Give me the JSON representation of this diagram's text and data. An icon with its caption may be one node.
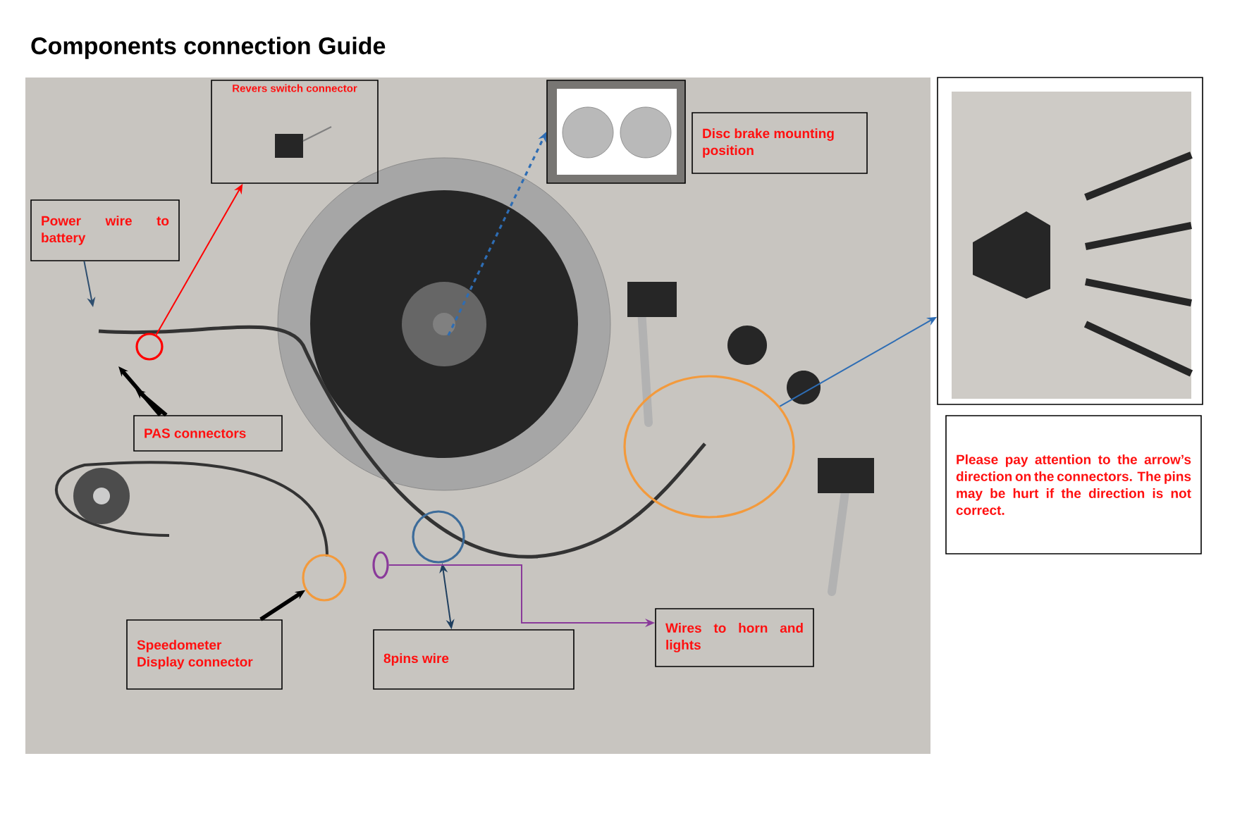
{
  "diagram": {
    "title": "Components connection Guide",
    "nodes": [
      {
        "text": [
          "Revers switch connector"
        ]
      },
      {
        "text": [],
        "shape": "picture"
      },
      {
        "text": [
          "Disc brake mounting position"
        ]
      },
      {
        "text": [
          "Power wire to battery"
        ]
      },
      {
        "text": [
          "PAS connectors"
        ]
      },
      {
        "text": [
          "Speedometer Display connector"
        ]
      },
      {
        "text": [
          "8pins wire"
        ]
      },
      {
        "text": [
          "Wires to horn and lights"
        ]
      },
      {
        "text": [],
        "shape": "picture"
      },
      {
        "text": [
          "Please pay attention to the arrow’s direction on the connectors. The pins may be hurt if the direction is not correct."
        ]
      },
      {
        "text": [],
        "shape": "circle"
      },
      {
        "text": [],
        "shape": "circle"
      },
      {
        "text": [],
        "shape": "circle"
      },
      {
        "text": [],
        "shape": "circle"
      },
      {
        "text": [],
        "shape": "circle"
      }
    ],
    "edges": [
      {
        "from": 10,
        "to": 0,
        "arrow": "to",
        "color": "#ff0000"
      },
      {
        "from": null,
        "to": 1,
        "arrow": "to",
        "style": "dashed",
        "color": "#2e6db4"
      },
      {
        "from": 3,
        "to": null,
        "arrow": "to",
        "color": "#2f4f6f"
      },
      {
        "from": 4,
        "to": null,
        "arrow": "to",
        "style": "thick"
      },
      {
        "from": 4,
        "to": null,
        "arrow": "to",
        "style": "thick"
      },
      {
        "from": 5,
        "to": 11,
        "arrow": "to",
        "style": "thick"
      },
      {
        "from": 6,
        "to": 12,
        "arrow": "both",
        "color": "#1f3f5f"
      },
      {
        "from": 13,
        "to": 7,
        "arrow": "to",
        "color": "#8a3a9a"
      },
      {
        "from": 14,
        "to": 8,
        "arrow": "to",
        "color": "#2e6db4"
      }
    ]
  }
}
